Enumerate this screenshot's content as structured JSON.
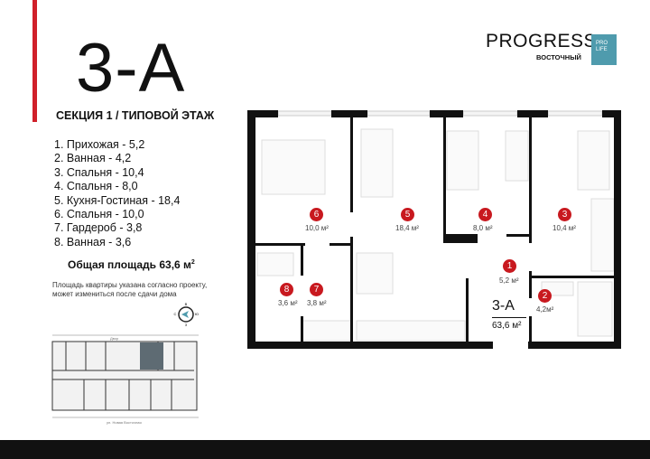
{
  "apartment": {
    "code": "3-А",
    "section": "СЕКЦИЯ 1 / ТИПОВОЙ ЭТАЖ",
    "rooms": [
      {
        "num": "1",
        "label": "1. Прихожая - 5,2",
        "area": "5,2 м²"
      },
      {
        "num": "2",
        "label": "2. Ванная - 4,2",
        "area": "4,2м²"
      },
      {
        "num": "3",
        "label": "3. Спальня - 10,4",
        "area": "10,4 м²"
      },
      {
        "num": "4",
        "label": "4. Спальня - 8,0",
        "area": "8,0 м²"
      },
      {
        "num": "5",
        "label": "5. Кухня-Гостиная - 18,4",
        "area": "18,4 м²"
      },
      {
        "num": "6",
        "label": "6. Спальня - 10,0",
        "area": "10,0 м²"
      },
      {
        "num": "7",
        "label": "7. Гардероб - 3,8",
        "area": "3,8 м²"
      },
      {
        "num": "8",
        "label": "8. Ванная - 3,6",
        "area": "3,6 м²"
      }
    ],
    "total_label": "Общая площадь 63,6 м",
    "total_sup": "2",
    "note": "Площадь квартиры указана согласно проекту, может измениться  после сдачи дома",
    "plan_total": "63,6 м²"
  },
  "logo": {
    "word": "PROGRESS",
    "sub": "ВОСТОЧНЫЙ",
    "box_line1": "PRO",
    "box_line2": "LIFE",
    "box_color": "#4f9bad"
  },
  "compass": {
    "top": "В",
    "left": "С",
    "right": "Ю",
    "bottom": "З"
  },
  "site_plan": {
    "street_top": "Двор",
    "street_bottom": "ул. Новая Восточная"
  },
  "colors": {
    "accent": "#d0202a",
    "badge": "#c8191f",
    "highlight": "#5e6b73"
  }
}
